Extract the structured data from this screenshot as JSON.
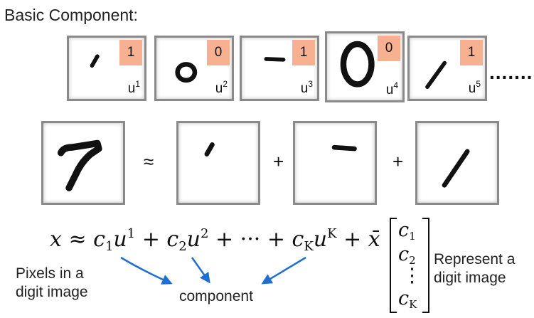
{
  "title": "Basic Component:",
  "components": [
    {
      "label": "1",
      "u": "u",
      "sup": "1"
    },
    {
      "label": "0",
      "u": "u",
      "sup": "2"
    },
    {
      "label": "1",
      "u": "u",
      "sup": "3"
    },
    {
      "label": "0",
      "u": "u",
      "sup": "4"
    },
    {
      "label": "1",
      "u": "u",
      "sup": "5"
    }
  ],
  "ellipsis": ".......",
  "approx_symbol": "≈",
  "plus_symbol": "+",
  "formula": {
    "x": "x",
    "approx": " ≈ ",
    "c": "c",
    "sub1": "1",
    "u": "u",
    "sup1": "1",
    "plus": " + ",
    "sub2": "2",
    "sup2": "2",
    "dots": "···",
    "subK": "K",
    "supK": "K",
    "xbar": "x̄"
  },
  "vector": {
    "c1": "1",
    "c2": "2",
    "vdots": "⋮",
    "cK": "K",
    "c": "c"
  },
  "left_note": [
    "Pixels in a",
    "digit image"
  ],
  "component_label": "component",
  "right_note": [
    "Represent a",
    "digit image"
  ],
  "colors": {
    "badge": "#f7b191",
    "arrow": "#1f6fd1",
    "frame": "#8a8a8a"
  }
}
